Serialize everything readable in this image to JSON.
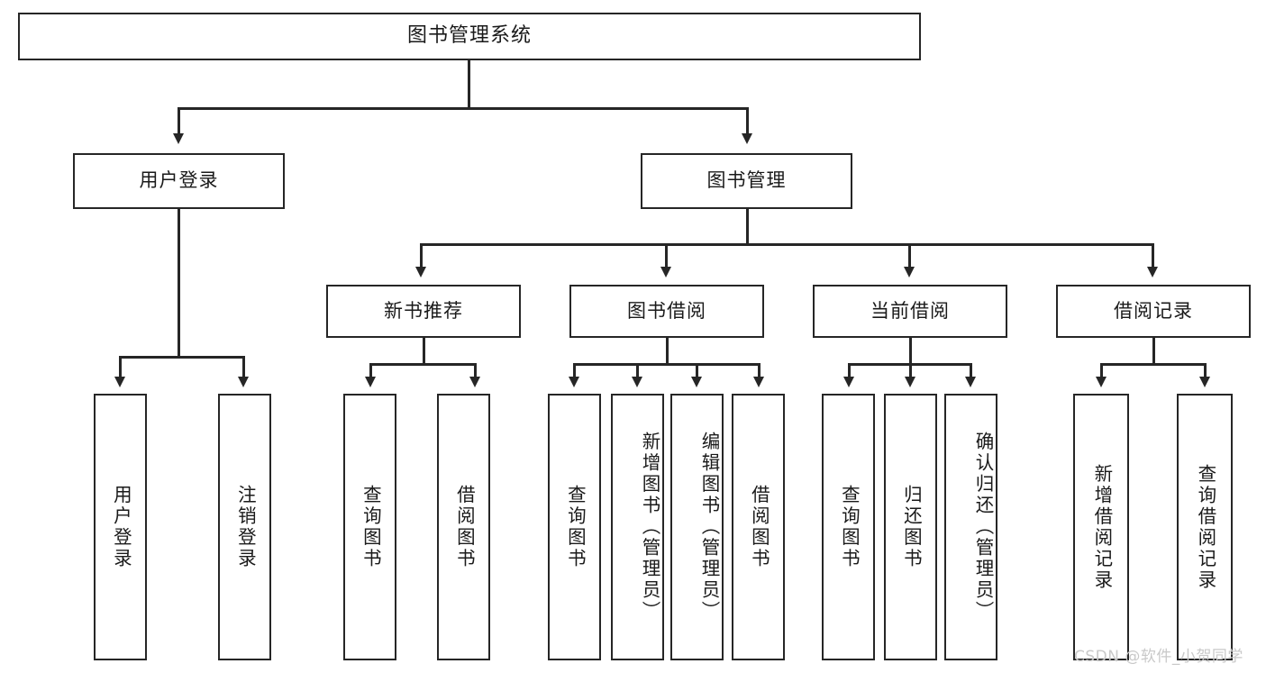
{
  "diagram": {
    "title": "图书管理系统",
    "type": "hierarchy-tree",
    "levels": 4,
    "colors": {
      "box_border": "#262626",
      "box_fill": "#ffffff",
      "connector": "#262626",
      "text": "#1a1a1a",
      "watermark": "#c9c9c9",
      "background": "#ffffff"
    },
    "root": {
      "label": "图书管理系统"
    },
    "level2": [
      {
        "label": "用户登录"
      },
      {
        "label": "图书管理"
      }
    ],
    "level3": [
      {
        "label": "新书推荐"
      },
      {
        "label": "图书借阅"
      },
      {
        "label": "当前借阅"
      },
      {
        "label": "借阅记录"
      }
    ],
    "leaves": {
      "user_login": [
        {
          "label": "用户登录"
        },
        {
          "label": "注销登录"
        }
      ],
      "new_book_recommend": [
        {
          "label": "查询图书"
        },
        {
          "label": "借阅图书"
        }
      ],
      "book_borrow": [
        {
          "label": "查询图书"
        },
        {
          "label": "新增图书（管理员）"
        },
        {
          "label": "编辑图书（管理员）"
        },
        {
          "label": "借阅图书"
        }
      ],
      "current_borrow": [
        {
          "label": "查询图书"
        },
        {
          "label": "归还图书"
        },
        {
          "label": "确认归还（管理员）"
        }
      ],
      "borrow_record": [
        {
          "label": "新增借阅记录"
        },
        {
          "label": "查询借阅记录"
        }
      ]
    }
  },
  "watermark": {
    "text": "CSDN @软件_小贺同学"
  }
}
